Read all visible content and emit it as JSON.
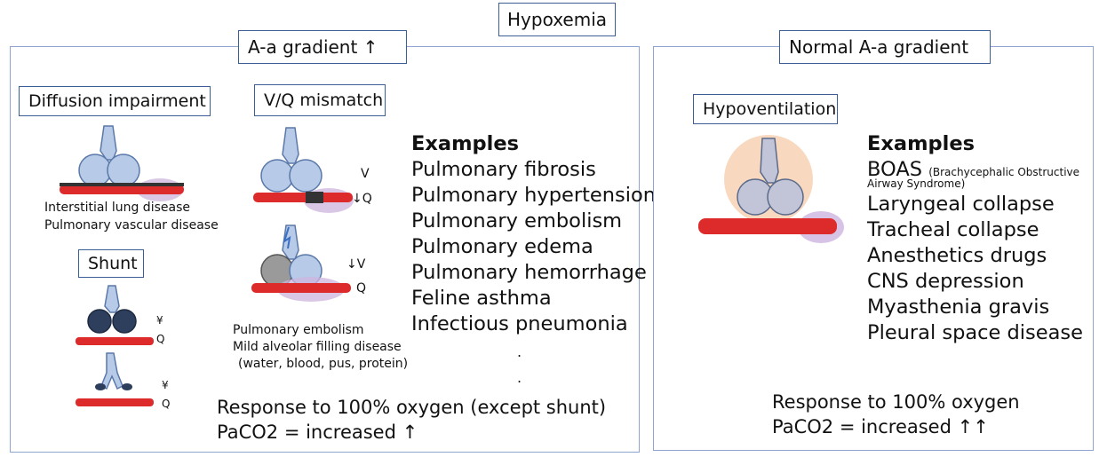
{
  "title": "Hypoxemia",
  "left_panel": {
    "heading": "A-a gradient ↑",
    "diffusion": {
      "label": "Diffusion impairment",
      "notes": [
        "Interstitial lung disease",
        "Pulmonary vascular disease"
      ]
    },
    "shunt": {
      "label": "Shunt",
      "marks": [
        "¥",
        "Q",
        "¥",
        "Q"
      ]
    },
    "vq": {
      "label": "V/Q mismatch",
      "marks": [
        "V",
        "↓Q",
        "↓V",
        "Q"
      ],
      "notes": [
        "Pulmonary embolism",
        "Mild alveolar filling disease",
        "(water, blood, pus, protein)"
      ]
    },
    "examples_title": "Examples",
    "examples": [
      "Pulmonary fibrosis",
      "Pulmonary hypertension",
      "Pulmonary embolism",
      "Pulmonary edema",
      "Pulmonary hemorrhage",
      "Feline asthma",
      "Infectious pneumonia"
    ],
    "ellipsis": [
      ".",
      "."
    ],
    "response": "Response to 100% oxygen (except shunt)",
    "paco2": "PaCO2 = increased ↑"
  },
  "right_panel": {
    "heading": "Normal A-a gradient",
    "hypoventilation_label": "Hypoventilation",
    "examples_title": "Examples",
    "boas_main": "BOAS",
    "boas_detail_1": "(Brachycephalic Obstructive",
    "boas_detail_2": "Airway Syndrome)",
    "examples": [
      "Laryngeal collapse",
      "Tracheal collapse",
      "Anesthetics drugs",
      "CNS depression",
      "Myasthenia gravis",
      "Pleural space disease"
    ],
    "response": "Response to 100% oxygen",
    "paco2": "PaCO2 = increased ↑↑"
  },
  "colors": {
    "panel_border": "#8ea6cf",
    "label_border": "#3b5e96",
    "alveolus": "#b7cbe9",
    "vessel": "#dd2a2a",
    "overlay_purple": "#cdb4de",
    "overlay_orange": "#f6cfb0"
  }
}
